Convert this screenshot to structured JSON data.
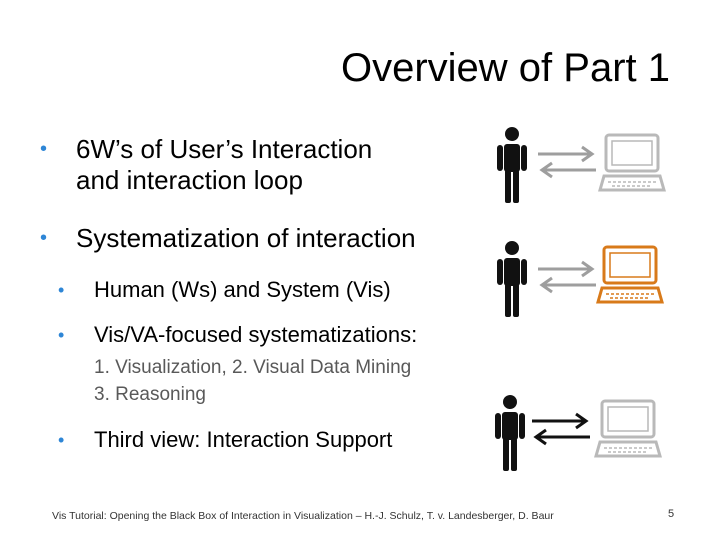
{
  "slide": {
    "title": "Overview of Part 1",
    "bullet_marker": "•",
    "bullets": [
      {
        "line1": "6W’s of User’s Interaction",
        "line2": "and interaction loop"
      },
      {
        "line1": "Systematization of interaction"
      }
    ],
    "sub_bullets": [
      "Human (Ws) and System (Vis)",
      "Vis/VA-focused systematizations:",
      "Third view: Interaction Support"
    ],
    "sub_sub_lines": [
      "1. Visualization, 2. Visual Data Mining",
      "3. Reasoning"
    ],
    "footer": "Vis Tutorial: Opening the Black Box of Interaction in Visualization – H.-J. Schulz, T. v. Landesberger, D. Baur",
    "page_number": "5"
  },
  "icons": {
    "human_color": "#111111",
    "arrow_gray": "#9e9e9e",
    "arrow_black": "#111111",
    "computer_gray": "#b9b9b9",
    "computer_orange": "#d87a1a",
    "bullet_color": "#2e86d6",
    "groups": [
      {
        "arrows": "arrow-gray",
        "computer": "computer-gray"
      },
      {
        "arrows": "arrow-gray",
        "computer": "computer-orange"
      },
      {
        "arrows": "arrow-black",
        "computer": "computer-gray"
      }
    ]
  }
}
